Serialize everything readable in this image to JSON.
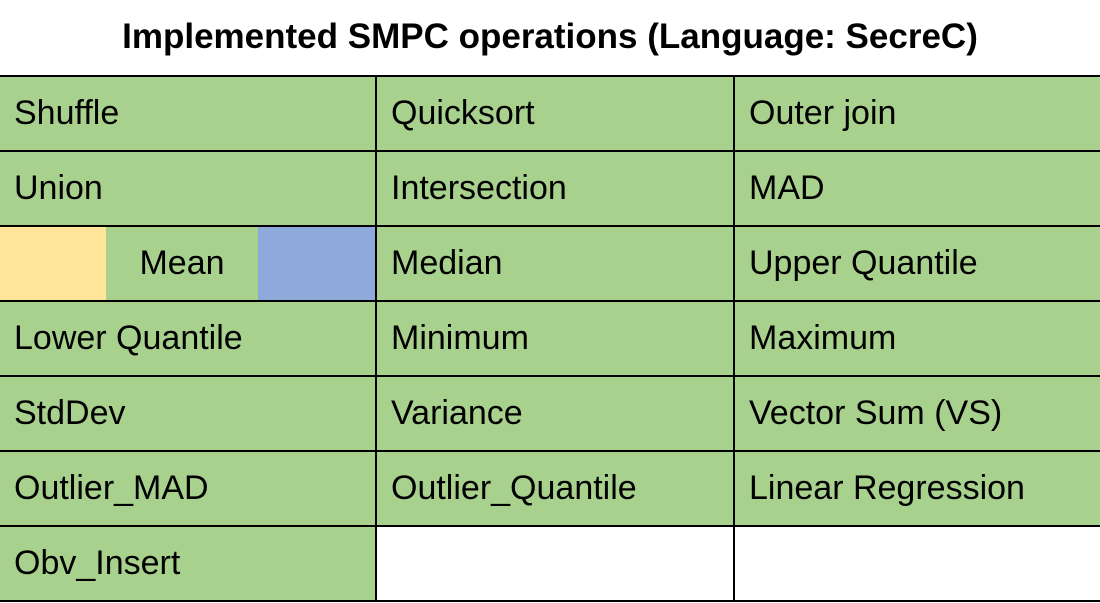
{
  "title": "Implemented SMPC operations (Language: SecreC)",
  "colors": {
    "cell_green": "#a9d18e",
    "swatch_yellow": "#fee599",
    "swatch_blue": "#8eaadb",
    "border": "#000000",
    "empty": "#ffffff"
  },
  "rows": [
    {
      "cells": [
        "Shuffle",
        "Quicksort",
        "Outer join"
      ]
    },
    {
      "cells": [
        "Union",
        "Intersection",
        "MAD"
      ]
    },
    {
      "cells": [
        "Mean",
        "Median",
        "Upper Quantile"
      ]
    },
    {
      "cells": [
        "Lower Quantile",
        "Minimum",
        "Maximum"
      ]
    },
    {
      "cells": [
        "StdDev",
        "Variance",
        "Vector Sum (VS)"
      ]
    },
    {
      "cells": [
        "Outlier_MAD",
        "Outlier_Quantile",
        "Linear Regression"
      ]
    },
    {
      "cells": [
        "Obv_Insert",
        "",
        ""
      ]
    }
  ]
}
